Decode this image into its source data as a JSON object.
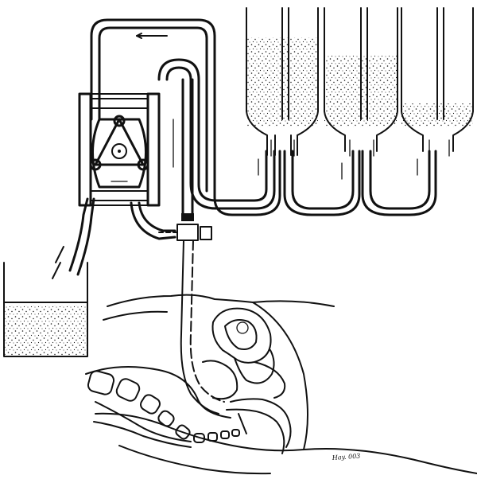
{
  "signature": "Hay. 003",
  "ink_color": "#111111",
  "paper_color": "#ffffff",
  "containers": {
    "bottle_count": 3,
    "bottle_fill_levels": [
      0.75,
      0.6,
      0.2
    ],
    "basin_fill_level": 0.55
  },
  "components": {
    "pump": "peristaltic-pump",
    "catheter": "transcervical-catheter",
    "anatomy": "pelvic-sagittal-section"
  }
}
